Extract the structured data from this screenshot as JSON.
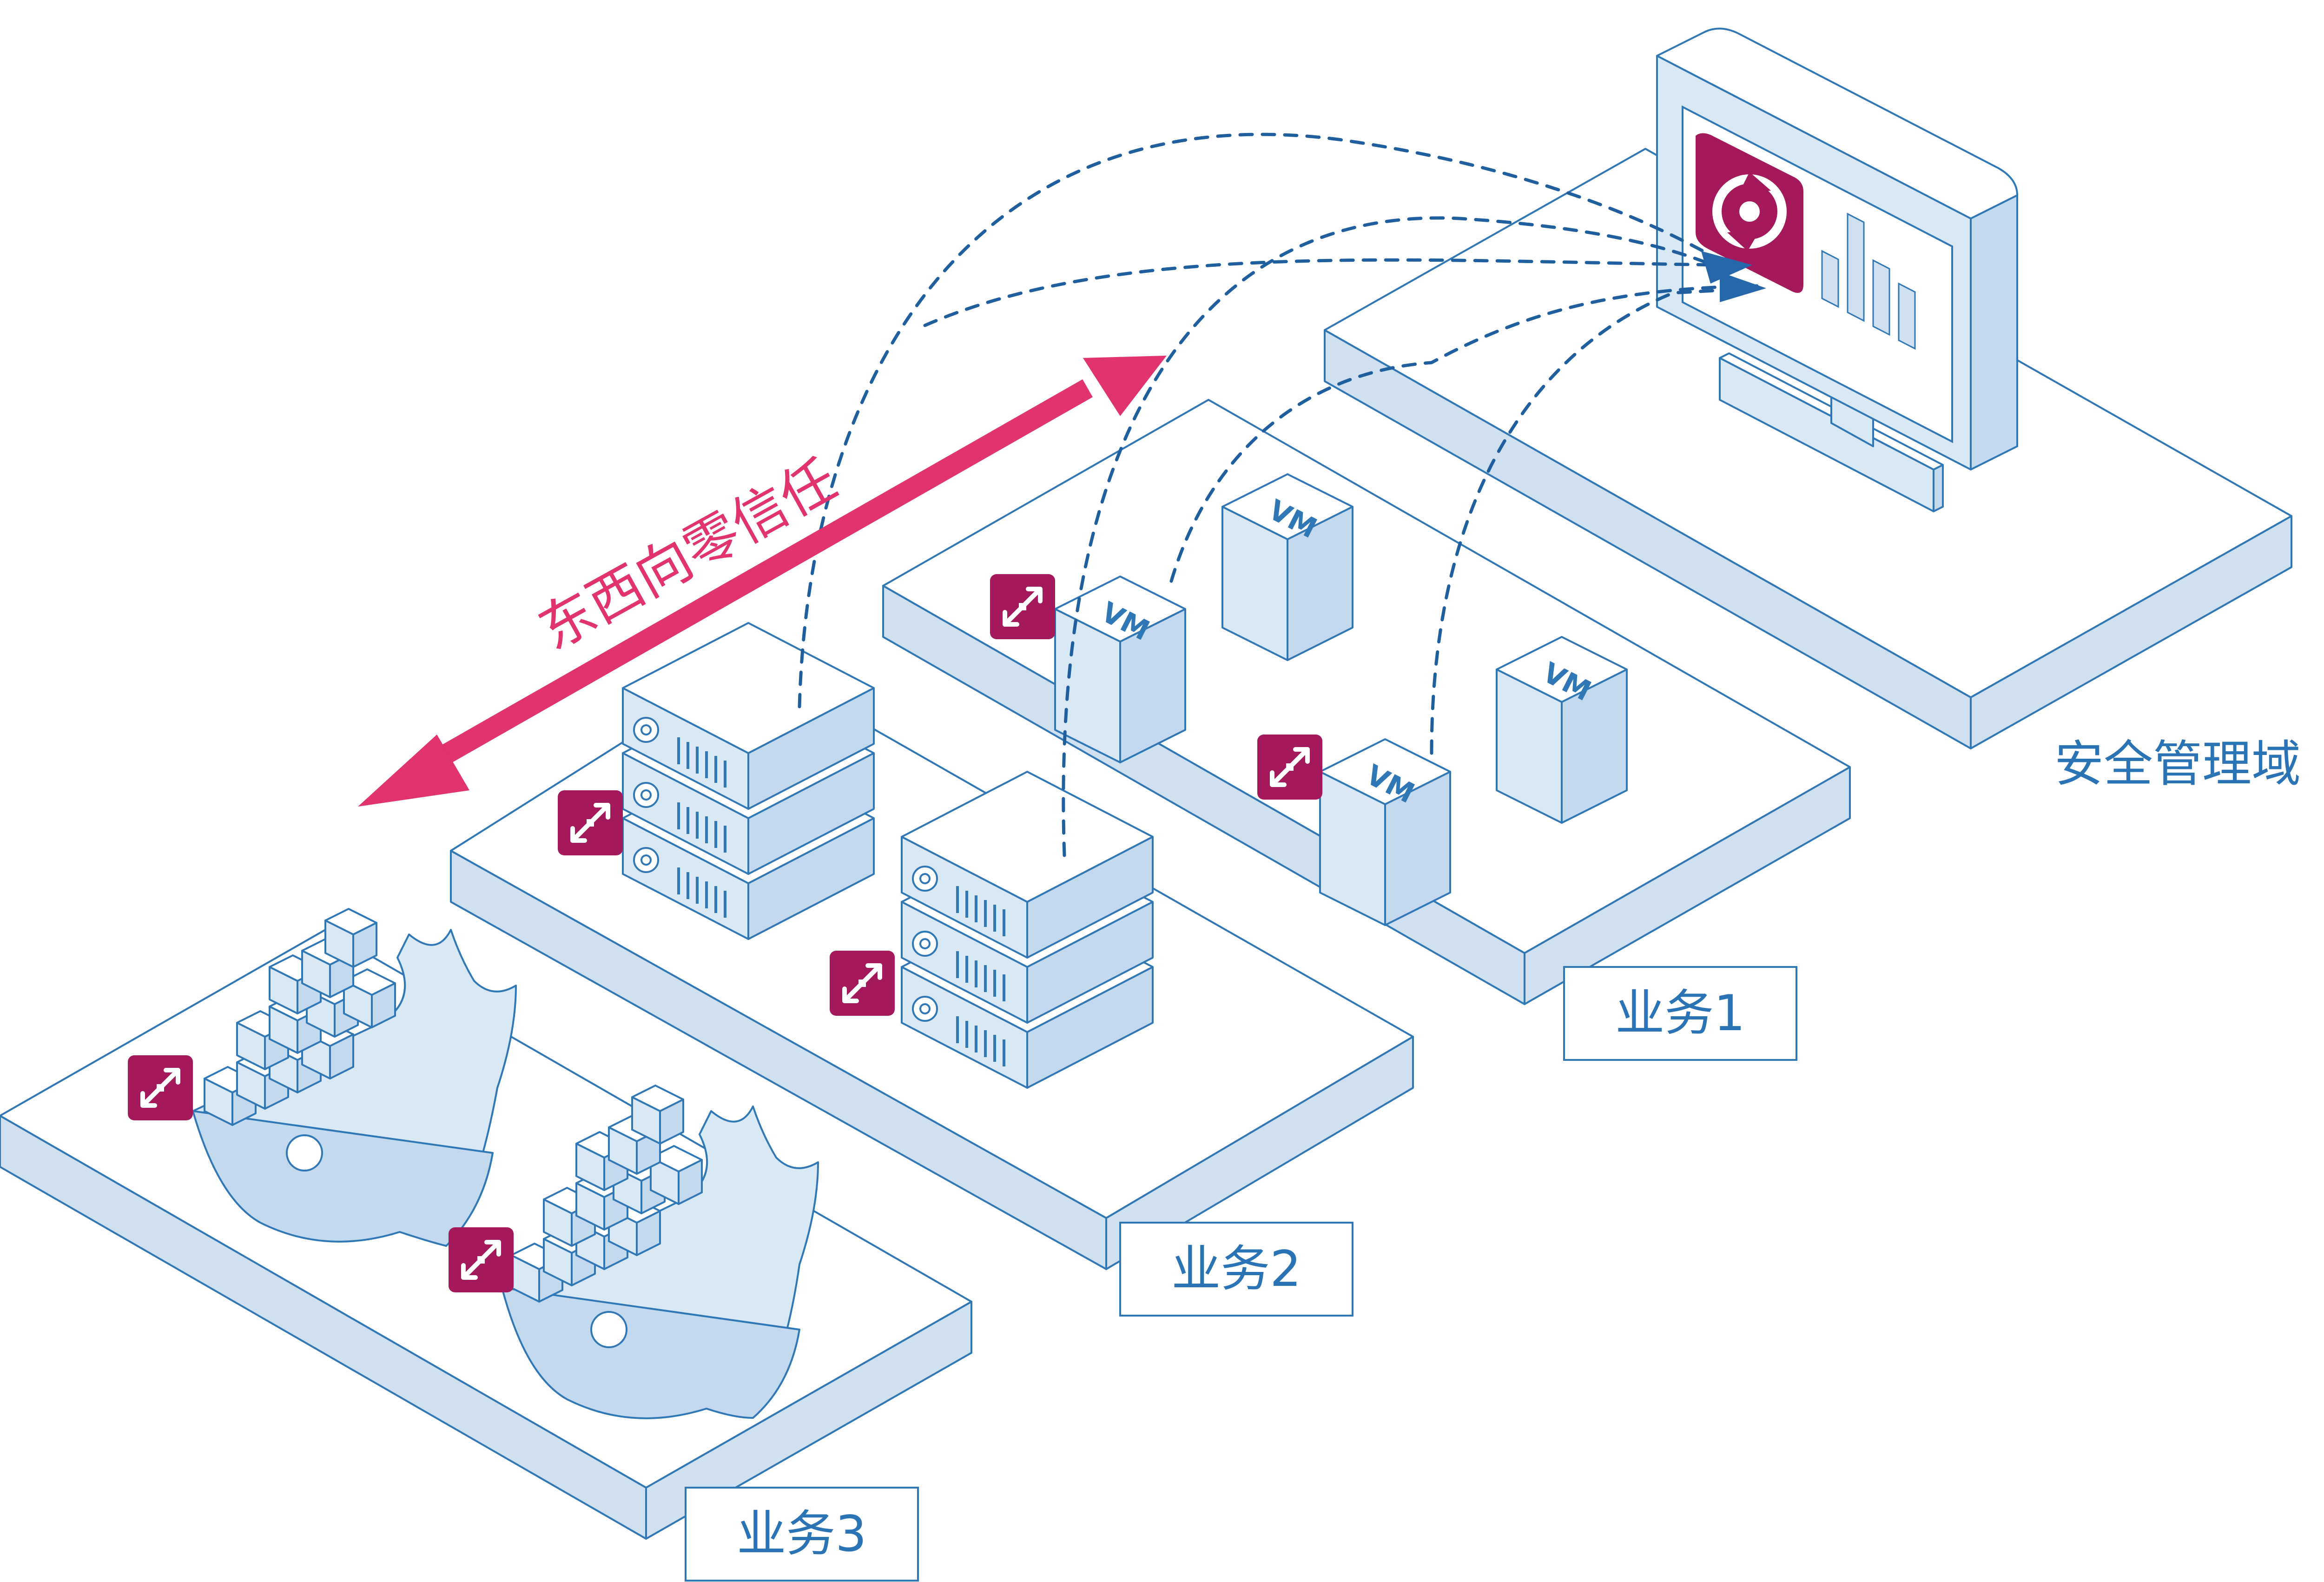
{
  "diagram": {
    "arrow_label": "东西向零信任",
    "security_zone_label": "安全管理域",
    "zones": [
      {
        "label": "业务1"
      },
      {
        "label": "业务2"
      },
      {
        "label": "业务3"
      }
    ],
    "vm_label": "VM",
    "colors": {
      "outline": "#2f78b5",
      "platform_fill": "#cfe1f1",
      "accent": "#e0336f",
      "agent_badge": "#a3195b"
    },
    "icons": [
      "monitor-icon",
      "agent-badge-icon",
      "console-logo-icon",
      "server-icon",
      "vm-cube-icon",
      "docker-whale-icon"
    ]
  }
}
